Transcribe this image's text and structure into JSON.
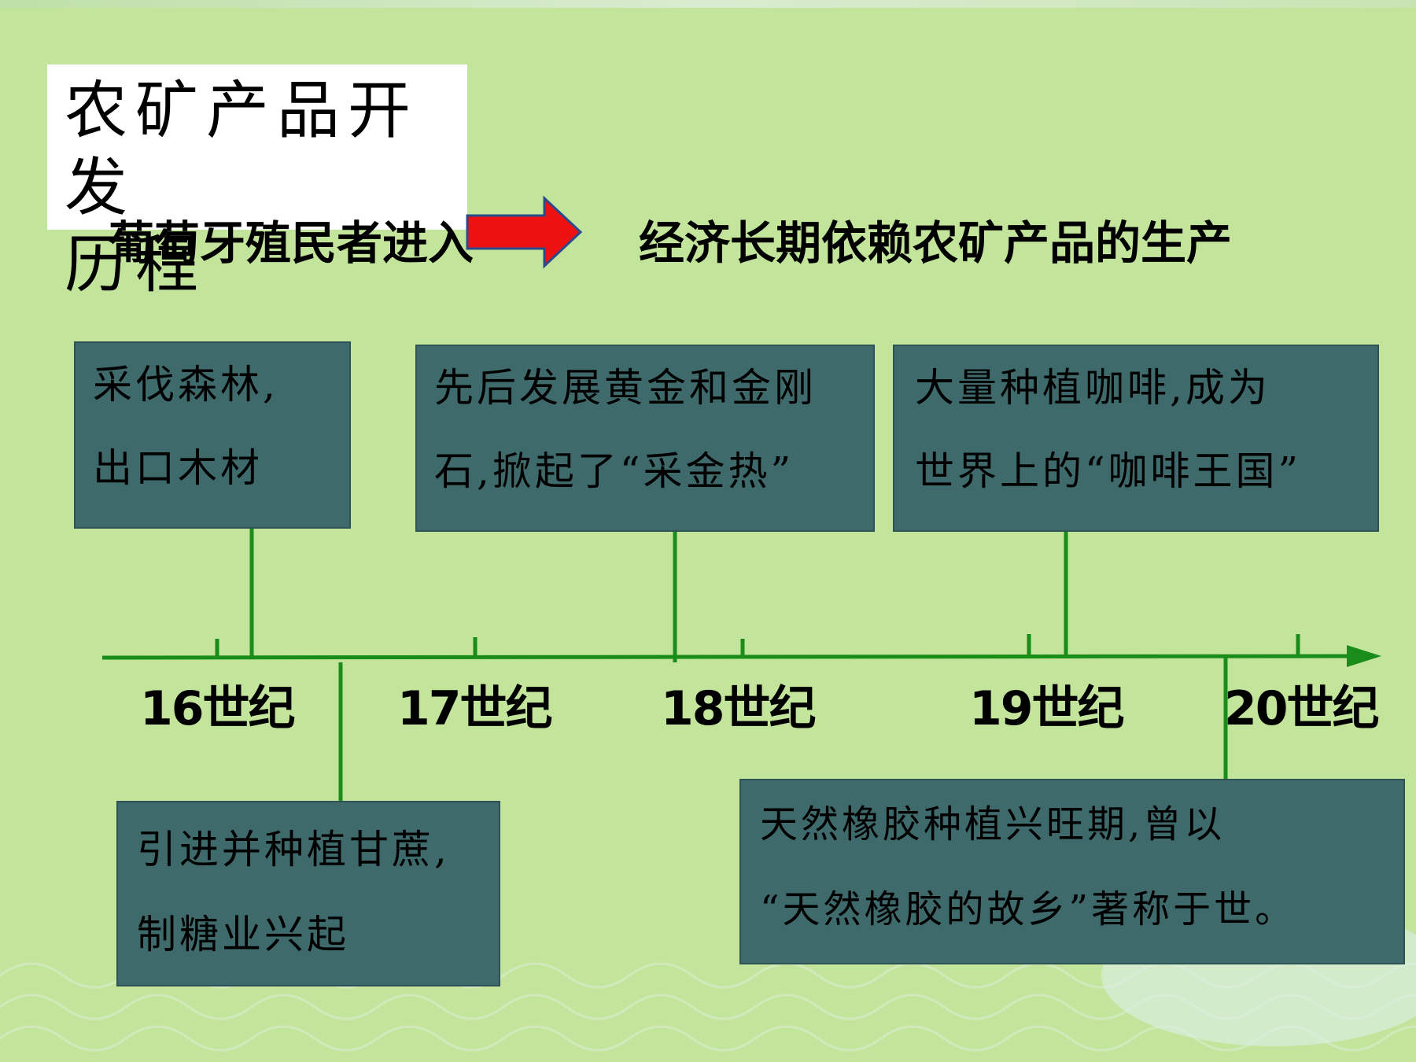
{
  "title": {
    "line1": "农矿产品开发",
    "line2": "历程"
  },
  "heading_left": "葡萄牙殖民者进入",
  "heading_right": "经济长期依赖农矿产品的生产",
  "centuries": [
    "16世纪",
    "17世纪",
    "18世纪",
    "19世纪",
    "20世纪"
  ],
  "events": [
    {
      "lines": [
        "采伐森林,",
        "出口木材"
      ]
    },
    {
      "lines": [
        "先后发展黄金和金刚",
        "石,掀起了“采金热”"
      ]
    },
    {
      "lines": [
        "大量种植咖啡,成为",
        "世界上的“咖啡王国”"
      ]
    },
    {
      "lines": [
        "引进并种植甘蔗,",
        "制糖业兴起"
      ]
    },
    {
      "lines": [
        "天然橡胶种植兴旺期,曾以",
        "“天然橡胶的故乡”著称于世。"
      ]
    }
  ],
  "colors": {
    "background": "#c3e59b",
    "box_fill": "#3e6a6c",
    "timeline": "#1a8c1a",
    "arrow_fill": "#ee1111",
    "arrow_stroke": "#2b4a8a"
  }
}
